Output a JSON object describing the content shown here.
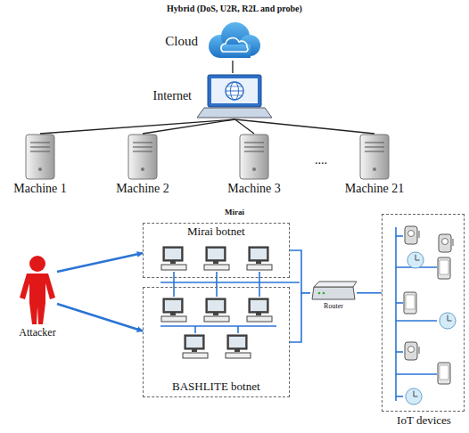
{
  "diagram": {
    "nodes": [
      {
        "text": [
          "Cloud"
        ]
      },
      {
        "text": [
          "Internet"
        ]
      },
      {
        "text": [
          "Machine 1"
        ]
      },
      {
        "text": [
          "Machine 2"
        ]
      },
      {
        "text": [
          "Machine 3"
        ]
      },
      {
        "text": [
          "Machine 21"
        ]
      },
      {
        "text": [
          "Attacker"
        ]
      },
      {
        "text": [
          "Mirai botnet"
        ]
      },
      {
        "text": [
          "BASHLITE botnet"
        ]
      },
      {
        "text": [
          "Router"
        ]
      },
      {
        "text": [
          "IoT devices"
        ]
      }
    ],
    "edges": [
      {
        "from": 1,
        "to": 0,
        "arrow": "none"
      },
      {
        "from": 1,
        "to": 2,
        "arrow": "none"
      },
      {
        "from": 1,
        "to": 3,
        "arrow": "none"
      },
      {
        "from": 1,
        "to": 4,
        "arrow": "none"
      },
      {
        "from": 1,
        "to": 5,
        "arrow": "none"
      },
      {
        "from": 6,
        "to": 7,
        "arrow": "to"
      },
      {
        "from": 6,
        "to": 8,
        "arrow": "to"
      },
      {
        "from": 7,
        "to": 9,
        "arrow": "none"
      },
      {
        "from": 8,
        "to": 9,
        "arrow": "none"
      },
      {
        "from": 9,
        "to": 10,
        "arrow": "none"
      }
    ],
    "labels": [
      "Hybrid (DoS, U2R, R2L and probe)",
      "....",
      "Mirai"
    ]
  }
}
